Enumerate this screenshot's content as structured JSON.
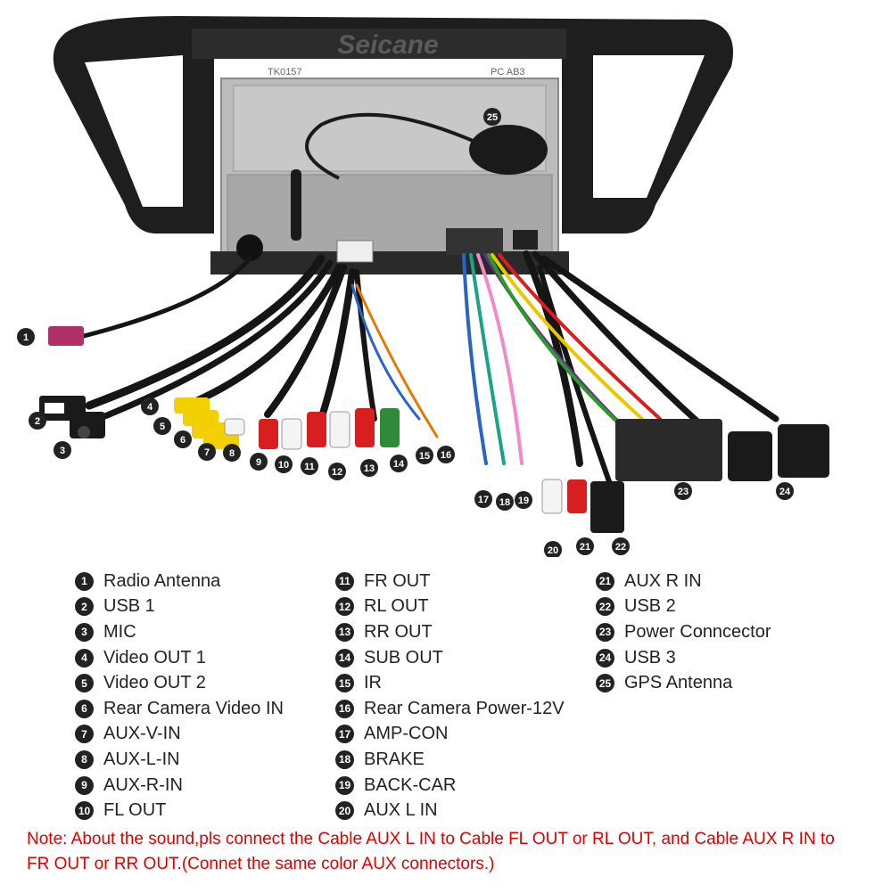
{
  "brand_watermark": "Seicane",
  "unit_labels": {
    "left": "TK0157",
    "right": "PC AB3"
  },
  "legend": [
    {
      "n": "1",
      "label": "Radio Antenna"
    },
    {
      "n": "2",
      "label": "USB 1"
    },
    {
      "n": "3",
      "label": "MIC"
    },
    {
      "n": "4",
      "label": "Video OUT 1"
    },
    {
      "n": "5",
      "label": "Video OUT 2"
    },
    {
      "n": "6",
      "label": "Rear Camera Video IN"
    },
    {
      "n": "7",
      "label": "AUX-V-IN"
    },
    {
      "n": "8",
      "label": "AUX-L-IN"
    },
    {
      "n": "9",
      "label": "AUX-R-IN"
    },
    {
      "n": "10",
      "label": "FL OUT"
    },
    {
      "n": "11",
      "label": "FR OUT"
    },
    {
      "n": "12",
      "label": "RL OUT"
    },
    {
      "n": "13",
      "label": "RR OUT"
    },
    {
      "n": "14",
      "label": "SUB OUT"
    },
    {
      "n": "15",
      "label": "IR"
    },
    {
      "n": "16",
      "label": "Rear Camera Power-12V"
    },
    {
      "n": "17",
      "label": "AMP-CON"
    },
    {
      "n": "18",
      "label": "BRAKE"
    },
    {
      "n": "19",
      "label": "BACK-CAR"
    },
    {
      "n": "20",
      "label": "AUX L IN"
    },
    {
      "n": "21",
      "label": "AUX R IN"
    },
    {
      "n": "22",
      "label": "USB 2"
    },
    {
      "n": "23",
      "label": "Power Conncector"
    },
    {
      "n": "24",
      "label": "USB 3"
    },
    {
      "n": "25",
      "label": "GPS Antenna"
    }
  ],
  "note": "Note: About the sound,pls connect the Cable AUX L IN to Cable FL OUT or RL OUT, and Cable AUX R IN to FR OUT or RR OUT.(Connet the same color AUX connectors.)",
  "colors": {
    "frame": "#1e1e1e",
    "chassis": "#bcbcbc",
    "rca_yellow": "#f2d000",
    "rca_red": "#d81e1e",
    "rca_white": "#f4f4f4",
    "rca_green": "#2f8a3a",
    "note_red": "#e00000",
    "badge": "#222222"
  }
}
